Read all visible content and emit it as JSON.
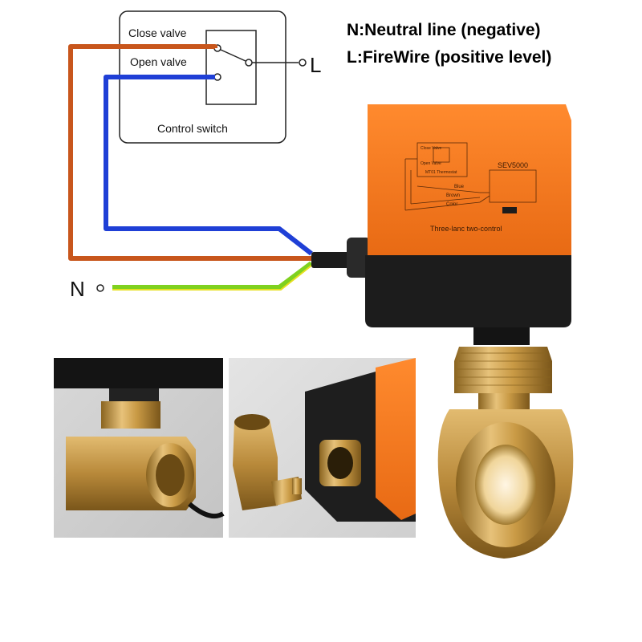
{
  "legend": {
    "neutral": "N:Neutral line (negative)",
    "fire": "L:FireWire (positive level)"
  },
  "switch_box": {
    "close_label": "Close valve",
    "open_label": "Open valve",
    "caption": "Control switch",
    "terminal_L": "L"
  },
  "terminal_N": "N",
  "wire_colors": {
    "brown": "#c8561c",
    "blue": "#1f3fd6",
    "green": "#7fd11f",
    "yellow": "#e6e020"
  },
  "actuator": {
    "body_color": "#f57b22",
    "base_color": "#1c1c1c",
    "model": "SEV5000",
    "label_line": "Three-lanc two-control",
    "mini_labels": [
      "Blue",
      "Brown",
      "Color"
    ],
    "mini_thermostat": "MT01 Thermostat",
    "mini_close": "Close Valve",
    "mini_open": "Open Valve"
  },
  "brass_color": "#c99a45"
}
